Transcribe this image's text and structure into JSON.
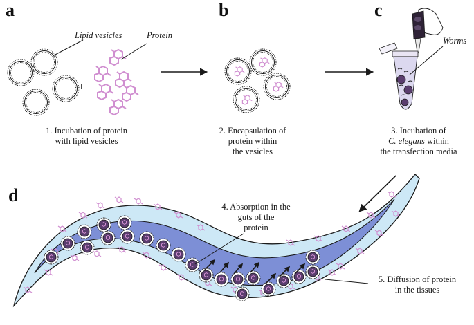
{
  "panels": {
    "a": "a",
    "b": "b",
    "c": "c",
    "d": "d"
  },
  "callouts": {
    "lipid_vesicles": "Lipid vesicles",
    "protein": "Protein",
    "worms": "Worms",
    "plus": "+"
  },
  "steps": {
    "s1": {
      "line1": "1. Incubation of protein",
      "line2": "with lipid vesicles"
    },
    "s2": {
      "line1": "2. Encapsulation of",
      "line2": "protein within",
      "line3": "the vesicles"
    },
    "s3": {
      "line1": "3. Incubation of",
      "line2_italic": "C. elegans",
      "line2_rest": " within",
      "line3": "the transfection media"
    },
    "s4": {
      "line1": "4. Absorption in the",
      "line2": "guts of the",
      "line3": "protein"
    },
    "s5": {
      "line1": "5. Diffusion of protein",
      "line2": "in the tissues"
    }
  },
  "colors": {
    "worm_outer": "#cde8f6",
    "worm_inner": "#7d8fd6",
    "vesicle_core": "#5a3d6e",
    "protein": "#d08ed0",
    "outline": "#1a1a1a"
  }
}
